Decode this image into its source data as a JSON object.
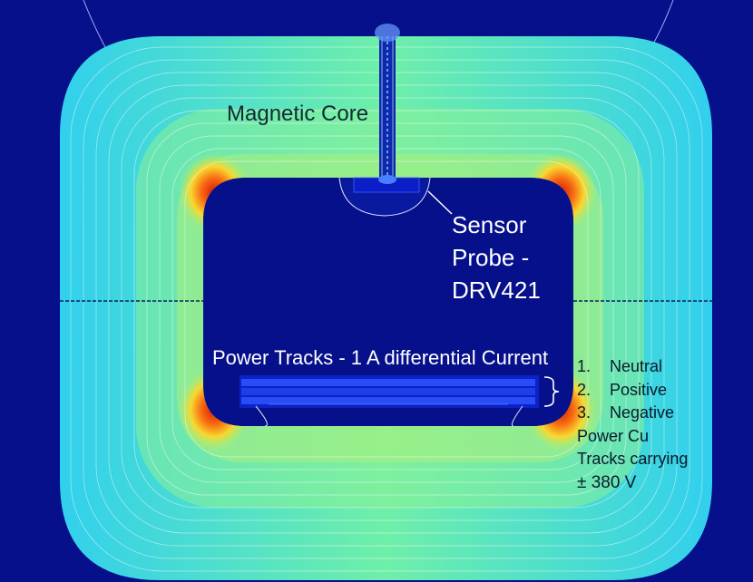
{
  "labels": {
    "core": "Magnetic Core",
    "sensor": [
      "Sensor",
      "Probe -",
      "DRV421"
    ],
    "tracks": "Power Tracks - 1 A differential Current"
  },
  "legend": {
    "items": [
      {
        "num": "1.",
        "text": "Neutral"
      },
      {
        "num": "2.",
        "text": "Positive"
      },
      {
        "num": "3.",
        "text": "Negative"
      }
    ],
    "description": [
      "Power Cu",
      "Tracks carrying"
    ],
    "voltage": "± 380 V"
  },
  "colors": {
    "background": "#05108a",
    "field_outer": "#30d0f0",
    "field_mid": "#80f080",
    "field_hot": "#e83010",
    "air_gap": "#0a2ab0",
    "tracks": "#1a3af0"
  }
}
